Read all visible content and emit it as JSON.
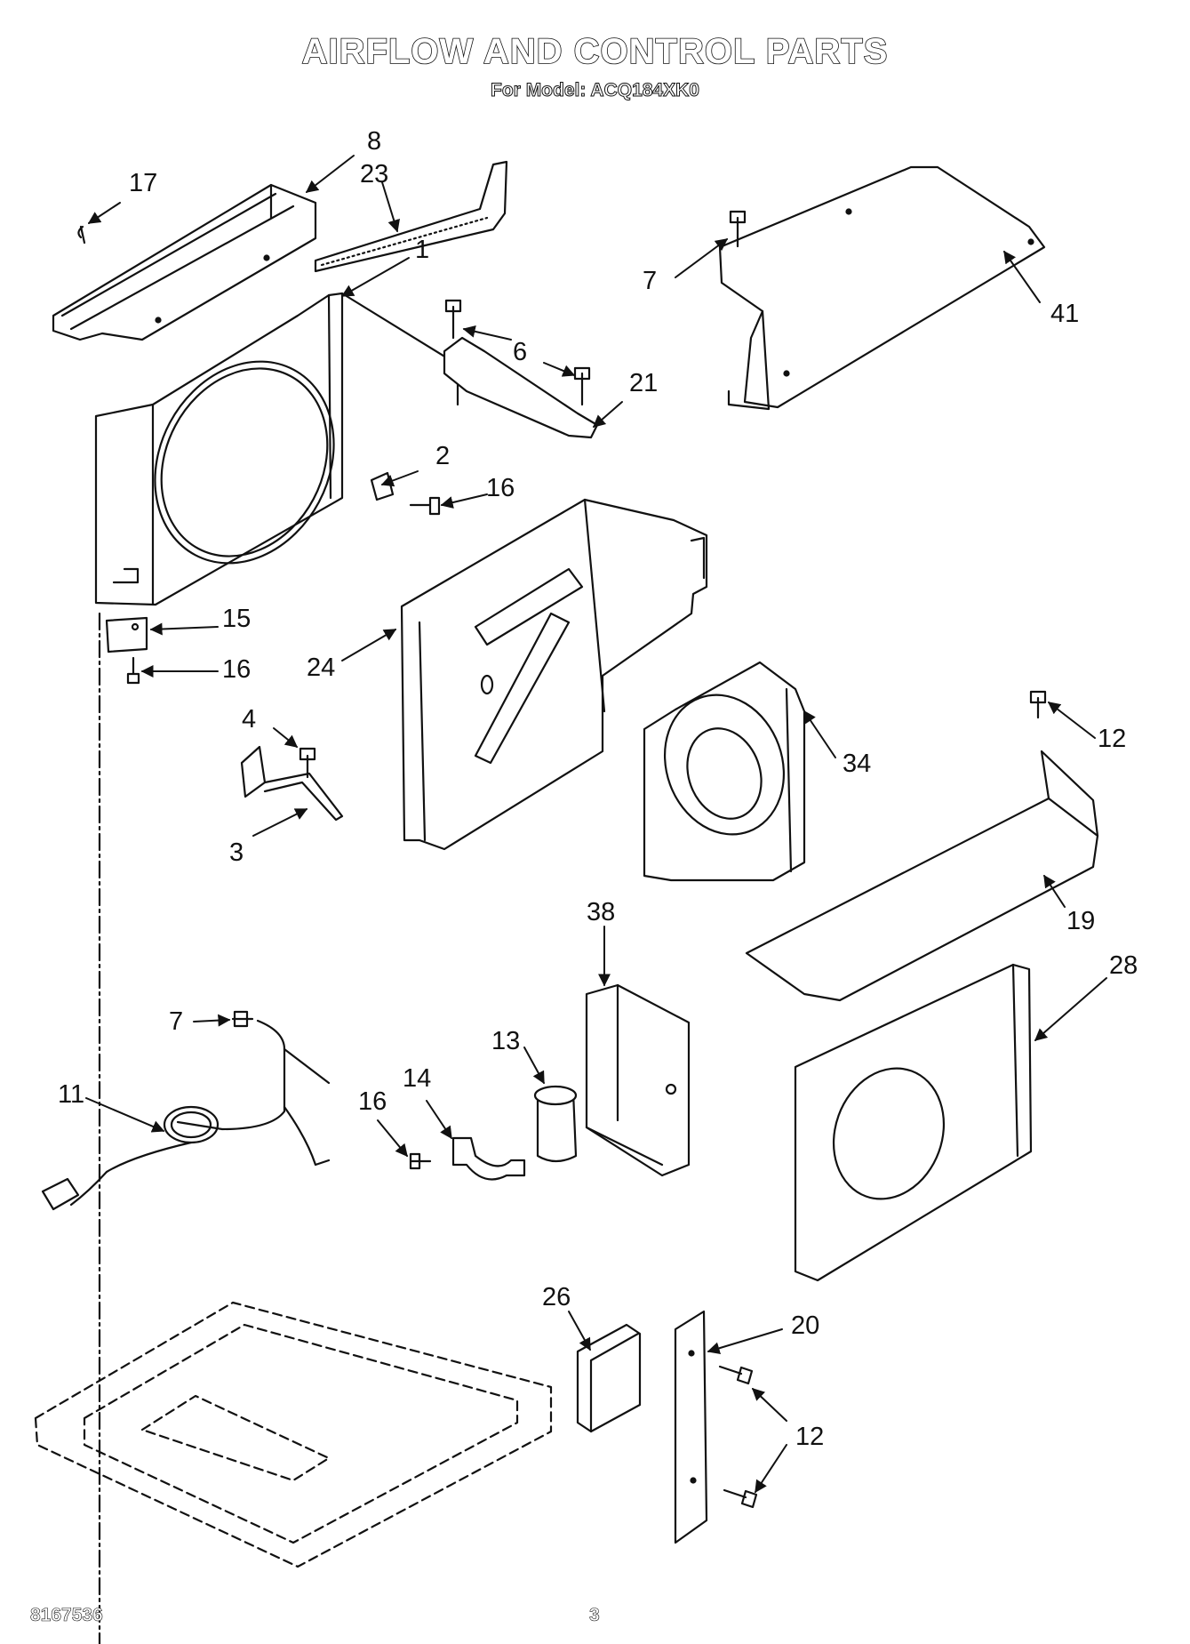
{
  "header": {
    "title": "AIRFLOW AND CONTROL PARTS",
    "subtitle": "For Model: ACQ184XK0"
  },
  "callouts": {
    "c1": "1",
    "c2": "2",
    "c3": "3",
    "c4": "4",
    "c6": "6",
    "c7a": "7",
    "c7b": "7",
    "c8": "8",
    "c11": "11",
    "c12a": "12",
    "c12b": "12",
    "c13": "13",
    "c14": "14",
    "c15": "15",
    "c16a": "16",
    "c16b": "16",
    "c16c": "16",
    "c17": "17",
    "c19": "19",
    "c20": "20",
    "c21": "21",
    "c23": "23",
    "c24": "24",
    "c26": "26",
    "c28": "28",
    "c34": "34",
    "c38": "38",
    "c41": "41"
  },
  "footer": {
    "doc_number": "8167536",
    "page": "3"
  }
}
